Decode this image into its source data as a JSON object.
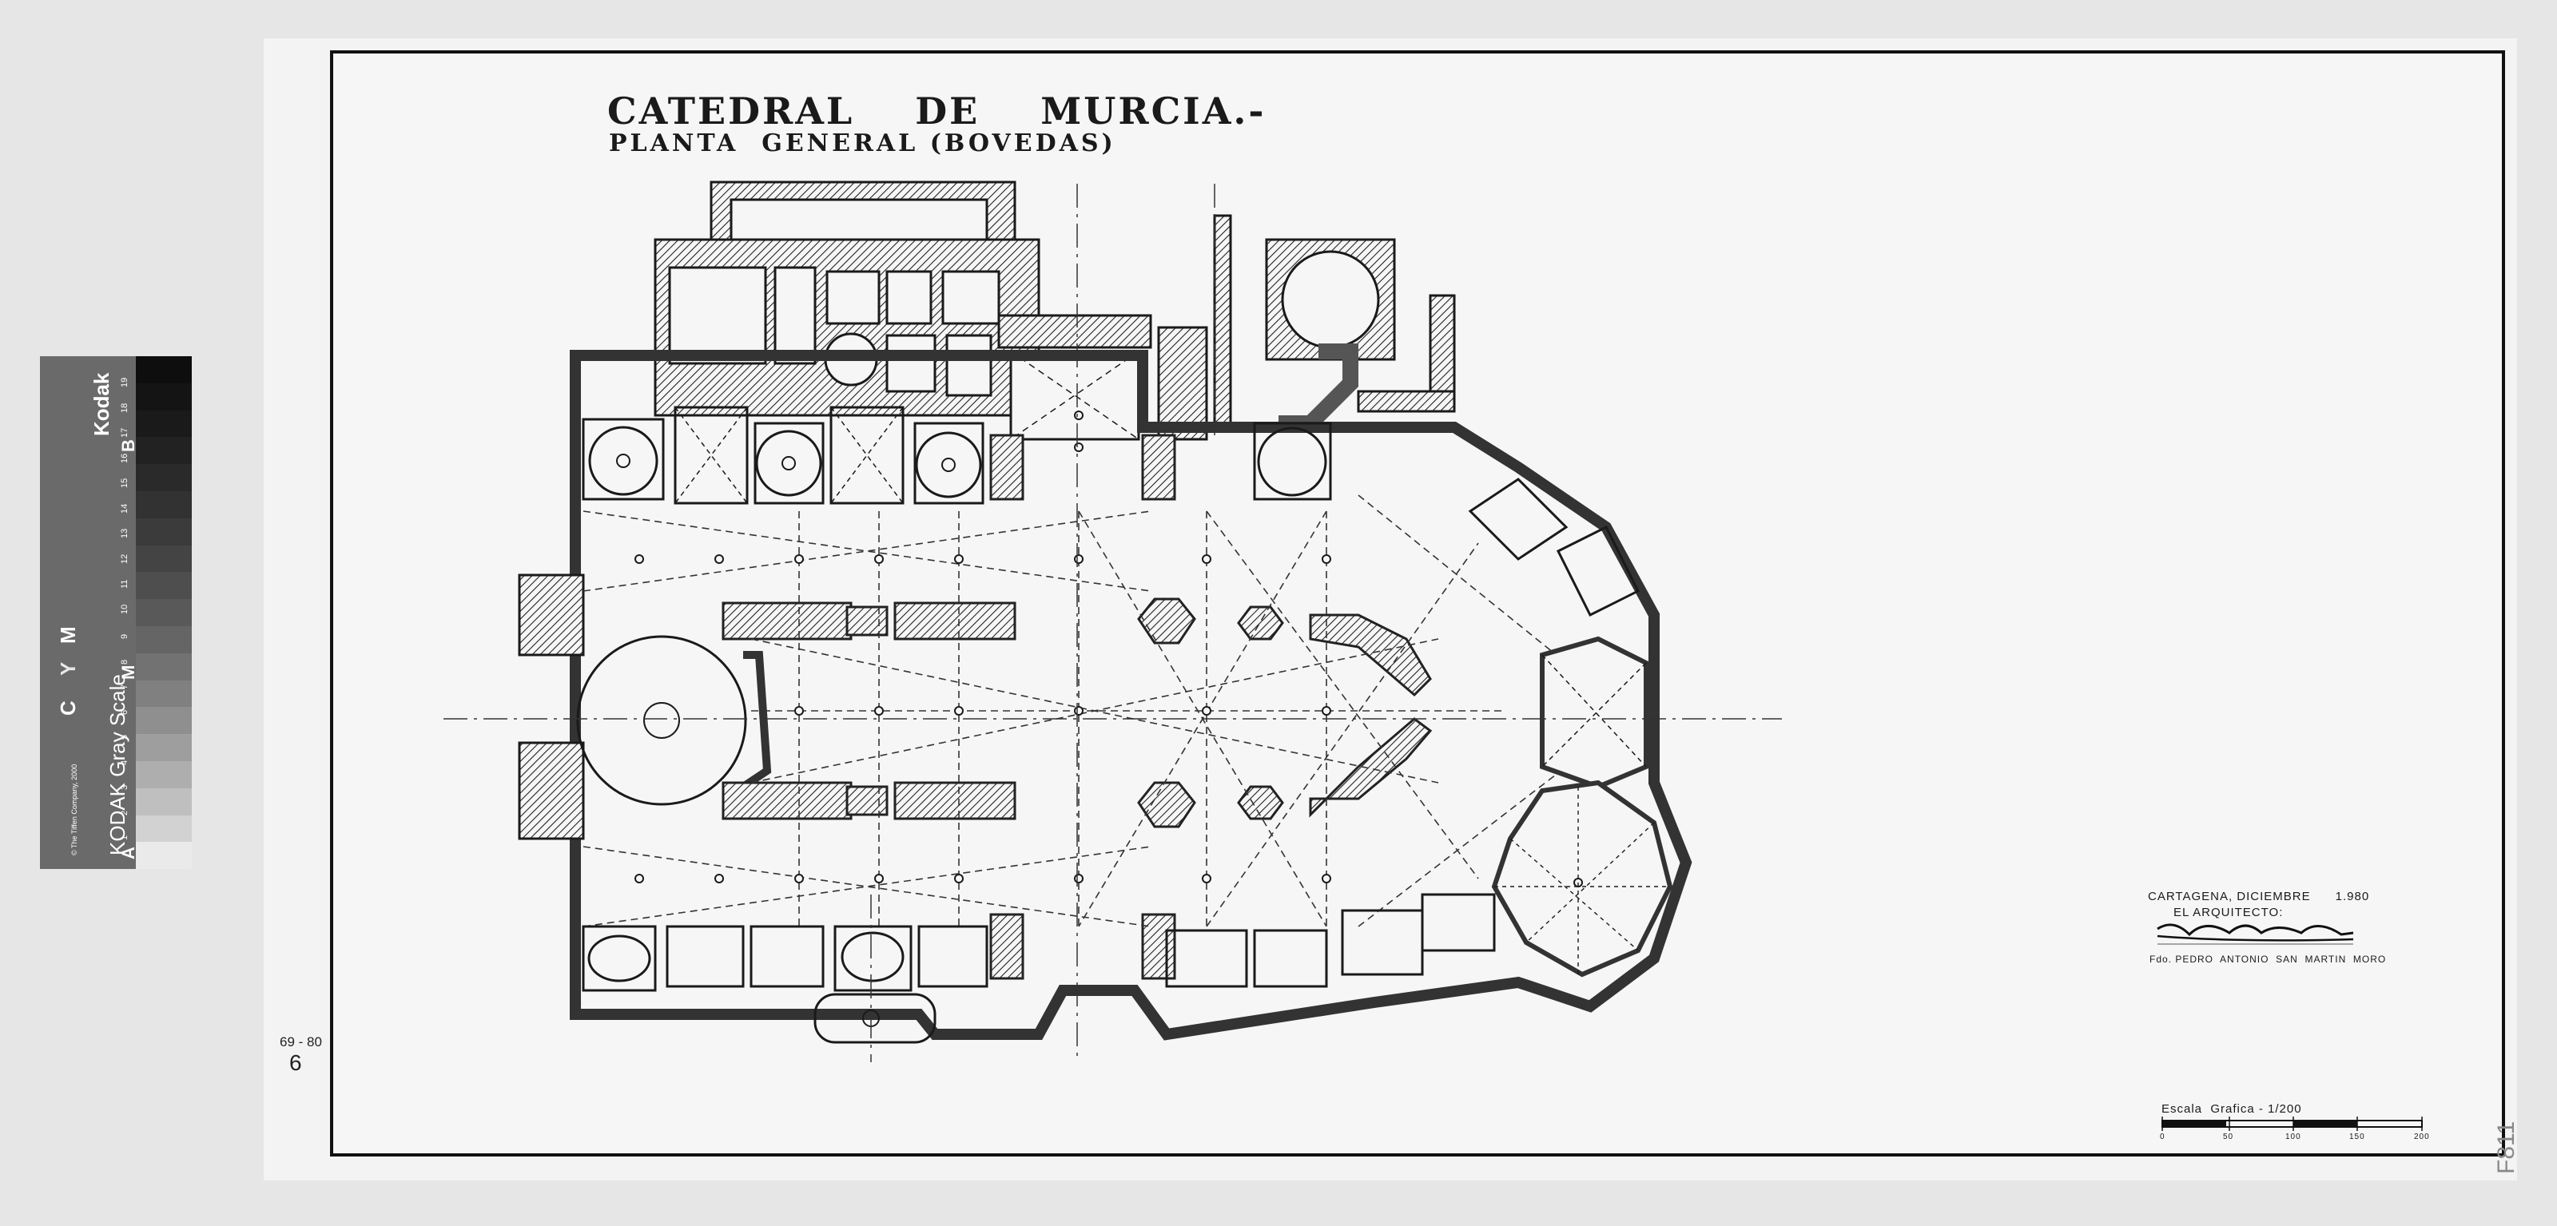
{
  "drawing": {
    "title": "CATEDRAL    DE    MURCIA.-",
    "subtitle": "PLANTA  GENERAL (BOVEDAS)",
    "sheet_number": "69 - 80",
    "sheet_index": "6",
    "corner_mark": "F811"
  },
  "signature_block": {
    "place_date": "CARTAGENA, DICIEMBRE      1.980",
    "role": "EL ARQUITECTO:",
    "signed_by": "Fdo. PEDRO  ANTONIO  SAN  MARTIN  MORO"
  },
  "scale": {
    "label": "Escala  Grafica - 1/200",
    "ticks": [
      "0",
      "50",
      "100",
      "150",
      "200"
    ]
  },
  "kodak_card": {
    "brand": "Kodak",
    "name": "KODAK Gray Scale",
    "markers": [
      "A",
      "M",
      "B"
    ],
    "color_markers": [
      "C",
      "Y",
      "M"
    ],
    "steps": [
      "1",
      "2",
      "3",
      "4",
      "5",
      "6",
      "7",
      "8",
      "9",
      "10",
      "11",
      "12",
      "13",
      "14",
      "15",
      "16",
      "17",
      "18",
      "19"
    ],
    "copyright": "© The Tiffen Company, 2000"
  },
  "colors": {
    "ink": "#1a1a1a",
    "paper": "#f6f6f6",
    "card": "#5d5d5d"
  }
}
